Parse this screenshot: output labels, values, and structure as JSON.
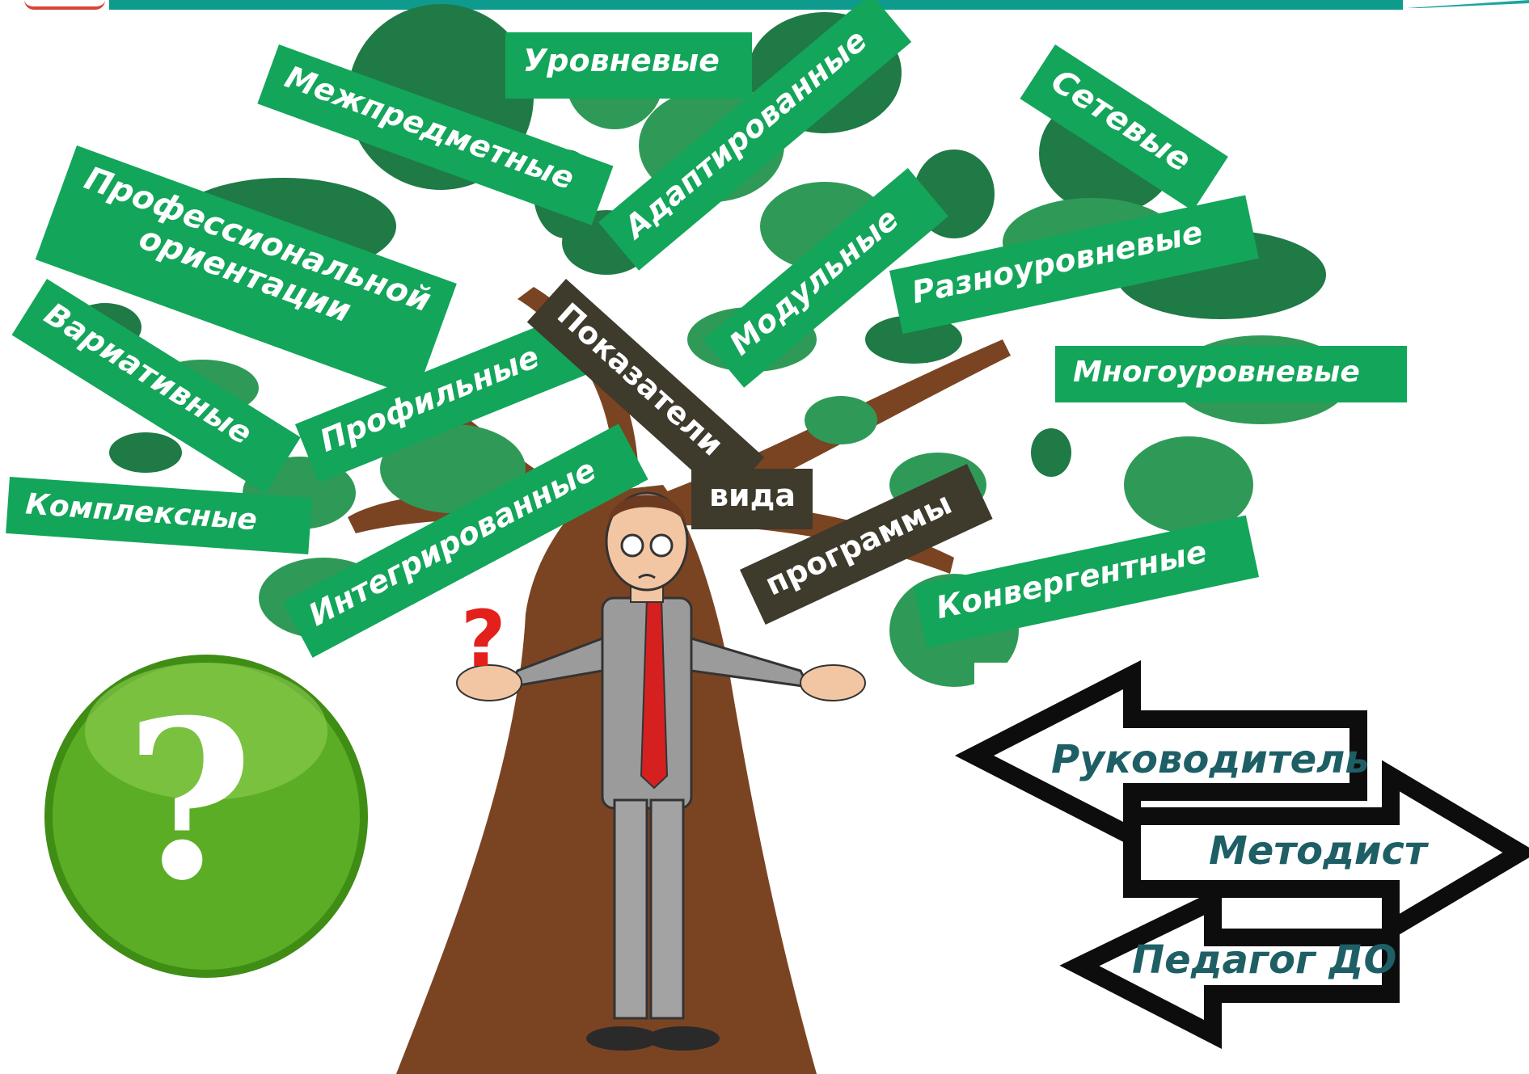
{
  "labels": {
    "urovnevye": "Уровневые",
    "mezhpredmetnye": "Межпредметные",
    "adaptirovannye": "Адаптированные",
    "setevye": "Сетевые",
    "prof_line1": "Профессиональной",
    "prof_line2": "ориентации",
    "modulnye": "Модульные",
    "raznourovnevye": "Разноуровневые",
    "variativnye": "Вариативные",
    "profilnye": "Профильные",
    "mnogourovnevye": "Многоуровневые",
    "kompleksnye": "Комплексные",
    "integrirovannye": "Интегрированные",
    "konvergentnye": "Конвергентные"
  },
  "title_boxes": {
    "pokazateli": "Показатели",
    "vida": "вида",
    "programmy": "программы"
  },
  "roles": {
    "rukovoditel": "Руководитель",
    "metodist": "Методист",
    "pedagog": "Педагог ДО"
  },
  "question_mark": "?",
  "colors": {
    "label_green": "#13a55a",
    "foliage_dark": "#1f7a45",
    "foliage_mid": "#2f9a57",
    "trunk": "#7a4423",
    "dark_box": "#3e3a2c",
    "role_text": "#1e5f66",
    "question_red": "#e3201b",
    "button_green": "#4f9e1d"
  },
  "icons": [
    "question-mark-icon",
    "double-arrow-icon"
  ]
}
